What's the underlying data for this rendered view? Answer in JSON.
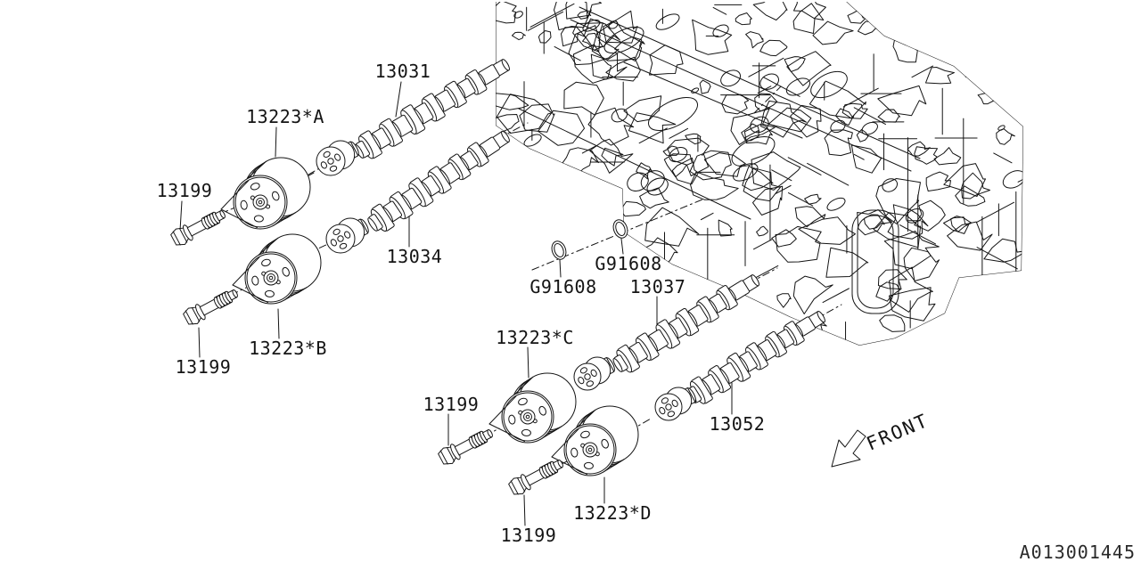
{
  "diagram": {
    "kind": "exploded-parts-diagram",
    "footer_code": "A013001445",
    "orientation_label": "FRONT",
    "colors": {
      "line": "#141414",
      "background": "#ffffff"
    },
    "parts": [
      {
        "id": "camshaft-13031",
        "kind": "camshaft",
        "label": "13031"
      },
      {
        "id": "sprocket-13223-a",
        "kind": "cam-sprocket",
        "label": "13223*A"
      },
      {
        "id": "bolt-13199-1",
        "kind": "bolt",
        "label": "13199"
      },
      {
        "id": "camshaft-13034",
        "kind": "camshaft",
        "label": "13034"
      },
      {
        "id": "sprocket-13223-b",
        "kind": "cam-sprocket",
        "label": "13223*B"
      },
      {
        "id": "bolt-13199-2",
        "kind": "bolt",
        "label": "13199"
      },
      {
        "id": "oring-g91608-1",
        "kind": "o-ring",
        "label": "G91608"
      },
      {
        "id": "oring-g91608-2",
        "kind": "o-ring",
        "label": "G91608"
      },
      {
        "id": "camshaft-13037",
        "kind": "camshaft",
        "label": "13037"
      },
      {
        "id": "sprocket-13223-c",
        "kind": "cam-sprocket",
        "label": "13223*C"
      },
      {
        "id": "bolt-13199-3",
        "kind": "bolt",
        "label": "13199"
      },
      {
        "id": "camshaft-13052",
        "kind": "camshaft",
        "label": "13052"
      },
      {
        "id": "sprocket-13223-d",
        "kind": "cam-sprocket",
        "label": "13223*D"
      },
      {
        "id": "bolt-13199-4",
        "kind": "bolt",
        "label": "13199"
      }
    ]
  }
}
